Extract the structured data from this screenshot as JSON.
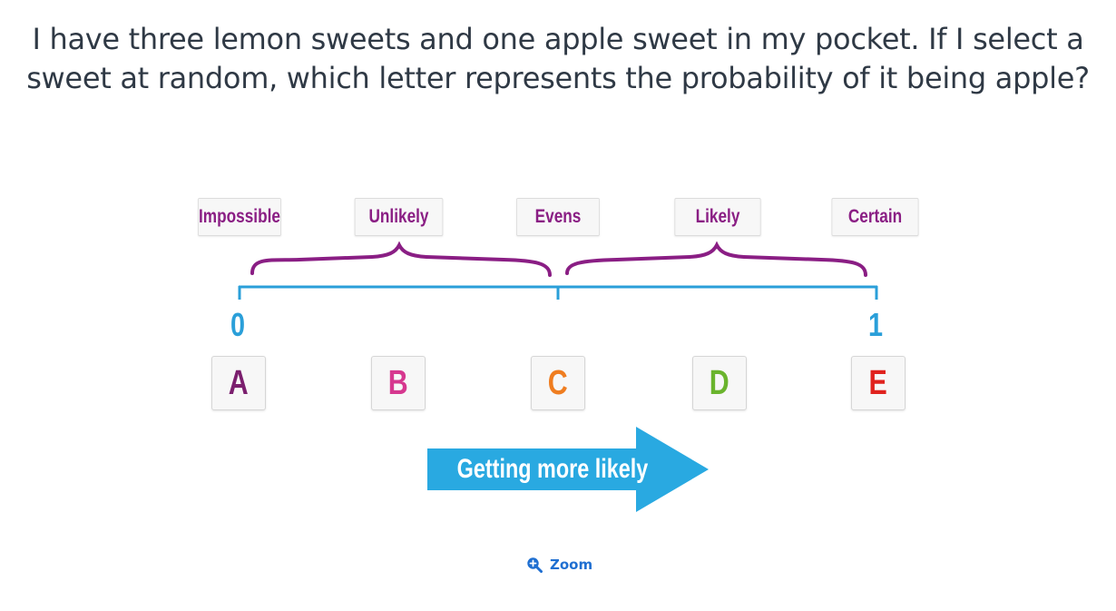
{
  "question": {
    "text": "I have three lemon sweets and one apple sweet in my pocket. If I select a sweet at random, which letter represents the probability of it being apple?"
  },
  "scale": {
    "categories": [
      "Impossible",
      "Unlikely",
      "Evens",
      "Likely",
      "Certain"
    ],
    "start_label": "0",
    "end_label": "1"
  },
  "options": [
    {
      "letter": "A",
      "color": "#7b1f6e"
    },
    {
      "letter": "B",
      "color": "#d6388f"
    },
    {
      "letter": "C",
      "color": "#ef7d20"
    },
    {
      "letter": "D",
      "color": "#6ab42d"
    },
    {
      "letter": "E",
      "color": "#e0221e"
    }
  ],
  "arrow": {
    "label": "Getting more likely",
    "color": "#29a9e1"
  },
  "zoom": {
    "label": "Zoom",
    "icon": "zoom-in-icon"
  },
  "colors": {
    "brace": "#8a1e84",
    "number_line": "#2a9fd9",
    "question_text": "#2f3945",
    "link": "#1f6fd1"
  }
}
